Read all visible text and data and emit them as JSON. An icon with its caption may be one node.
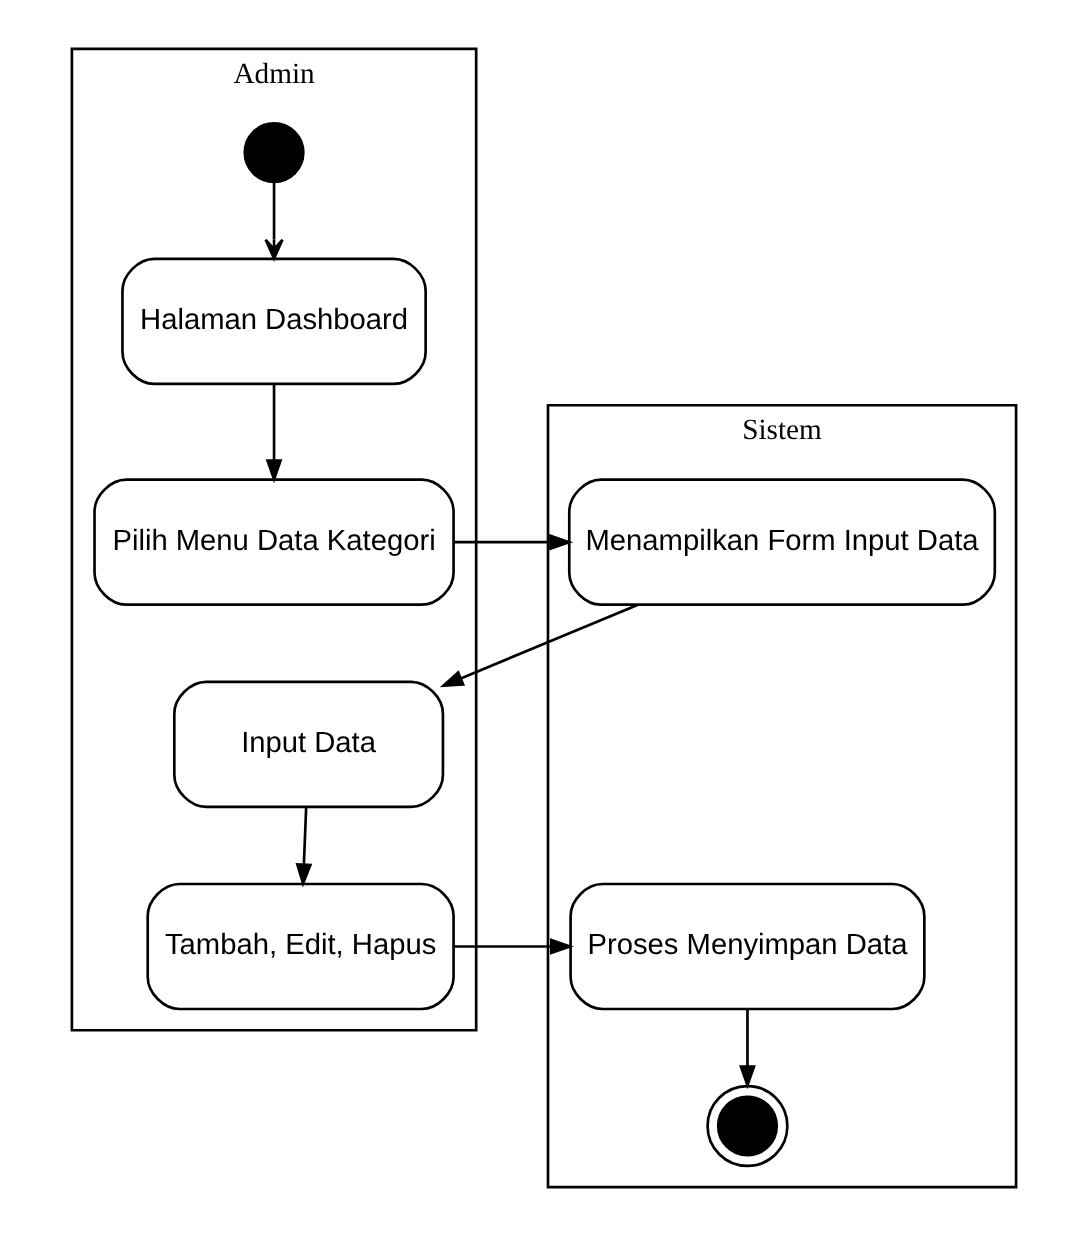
{
  "diagram": {
    "nodes": [
      {
        "text": [
          "Admin"
        ]
      },
      {
        "text": [
          "Sistem"
        ]
      },
      {
        "text": [],
        "shape": "circle",
        "in": 0
      },
      {
        "text": [
          "Halaman Dashboard"
        ],
        "in": 0
      },
      {
        "text": [
          "Pilih Menu Data Kategori"
        ],
        "in": 0
      },
      {
        "text": [
          "Menampilkan Form Input Data"
        ],
        "in": 1
      },
      {
        "text": [
          "Input Data"
        ],
        "in": 0
      },
      {
        "text": [
          "Tambah, Edit, Hapus"
        ],
        "in": 0
      },
      {
        "text": [
          "Proses Menyimpan Data"
        ],
        "in": 1
      },
      {
        "text": [],
        "shape": "circle",
        "in": 1
      }
    ],
    "edges": [
      {
        "from": 2,
        "to": 3,
        "arrow": "to"
      },
      {
        "from": 3,
        "to": 4,
        "arrow": "to"
      },
      {
        "from": 4,
        "to": 5,
        "arrow": "to"
      },
      {
        "from": 5,
        "to": 6,
        "arrow": "to"
      },
      {
        "from": 6,
        "to": 7,
        "arrow": "to"
      },
      {
        "from": 7,
        "to": 8,
        "arrow": "to"
      },
      {
        "from": 8,
        "to": 9,
        "arrow": "to"
      }
    ]
  }
}
